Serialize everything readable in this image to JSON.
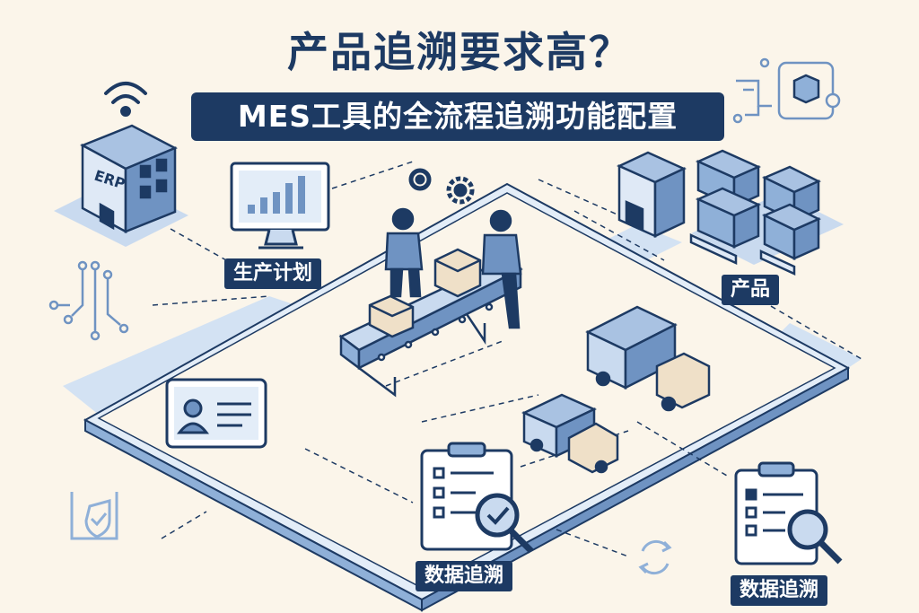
{
  "header": {
    "title": "产品追溯要求高？",
    "subtitle": "MES工具的全流程追溯功能配置"
  },
  "labels": {
    "erp": "ERP",
    "production_plan": "生产计划",
    "product": "产品",
    "data_trace_1": "数据追溯",
    "data_trace_2": "数据追溯"
  },
  "icons": [
    "wifi-icon",
    "erp-building-icon",
    "monitor-chart-icon",
    "gear-icon",
    "workers-conveyor-icon",
    "warehouse-icon",
    "stacked-boxes-icon",
    "network-box-icon",
    "circuit-icon",
    "id-card-icon",
    "delivery-truck-icon",
    "checklist-magnifier-icon",
    "shield-check-icon",
    "sync-icon"
  ],
  "colors": {
    "background": "#fbf5ea",
    "navy": "#1d3a63",
    "light_blue": "#c9daef",
    "mid_blue": "#8fb0d8"
  }
}
